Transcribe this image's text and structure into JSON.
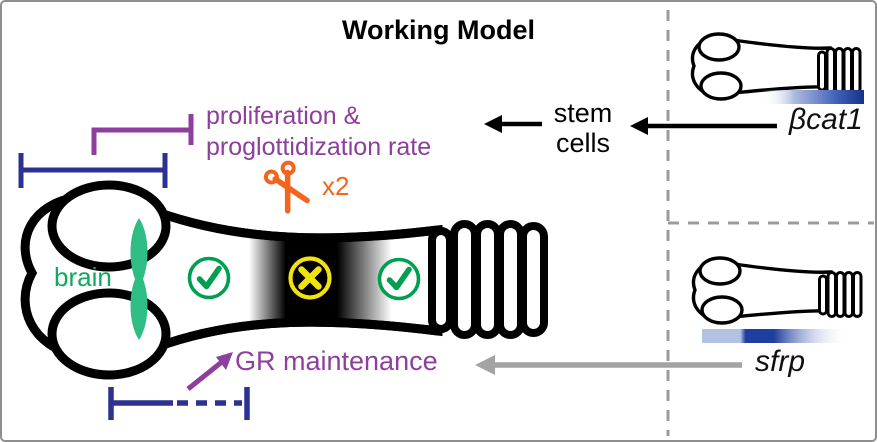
{
  "title": "Working Model",
  "labels": {
    "proliferation_line1": "proliferation &",
    "proliferation_line2": "proglottidization rate",
    "stem_line1": "stem",
    "stem_line2": "cells",
    "brain": "brain",
    "gr_maintenance": "GR maintenance",
    "cut_count": "x2",
    "gene_top": "βcat1",
    "gene_bottom": "sfrp"
  },
  "icons": {
    "scissors": "scissors-icon (orange, cutting worm twice)",
    "check": "check-circle-icon (green ✓, regeneration competent)",
    "cross": "cross-circle-icon (yellow ✗ on dark band, regeneration incompetent)",
    "inhibition_bar": "T-bar inhibition connector (purple)",
    "brackets": "navy measurement brackets (head region solid, GR region solid+dashed)"
  },
  "colors": {
    "purple": "#8e3e9c",
    "navy": "#2d3192",
    "green": "#009e4f",
    "brain_green": "#2ebd85",
    "orange": "#f4641d",
    "yellow": "#f2e30c",
    "gray_arrow": "#a3a3a3",
    "divider_gray": "#9b9b9b",
    "blue_dark": "#16338a",
    "blue_light": "#b3c1e3",
    "black": "#000000"
  }
}
